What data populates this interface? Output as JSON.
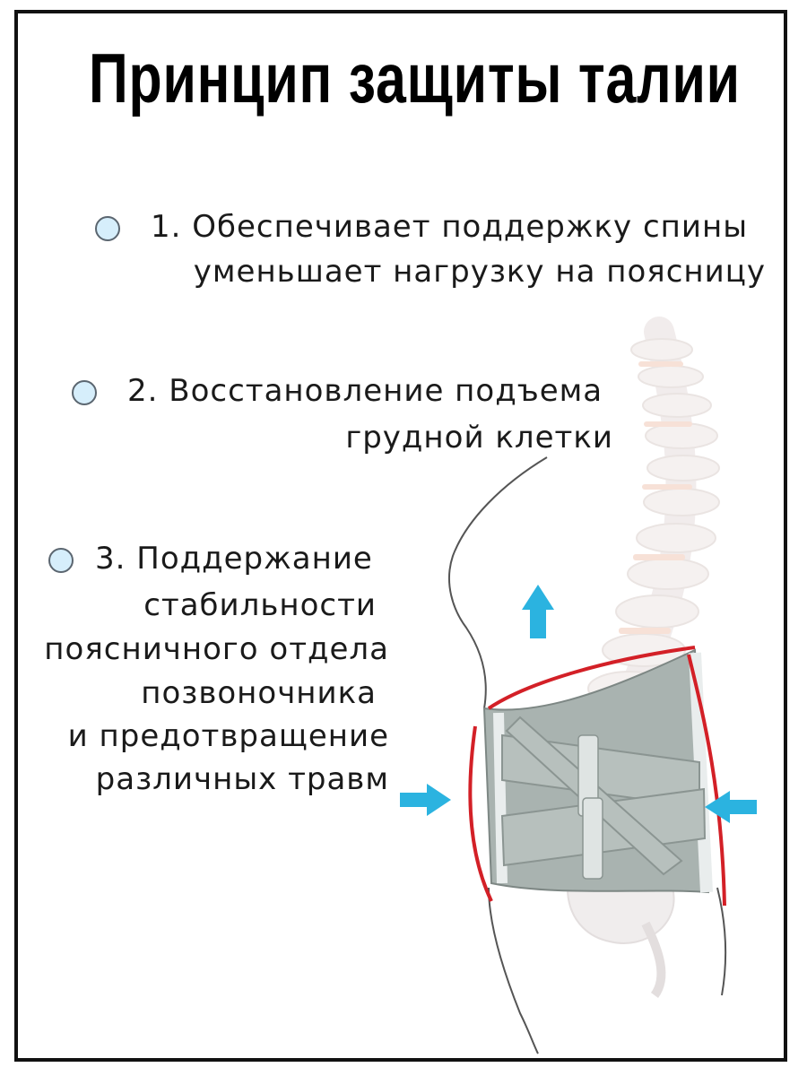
{
  "title": "Принцип защиты талии",
  "items": [
    {
      "lines": [
        "1. Обеспечивает поддержку спины",
        "уменьшает нагрузку на поясницу"
      ]
    },
    {
      "lines": [
        "2. Восстановление подъема",
        "грудной клетки"
      ]
    },
    {
      "lines": [
        "3. Поддержание",
        "стабильности",
        "поясничного отдела",
        "позвоночника",
        "и предотвращение",
        "различных травм"
      ]
    }
  ],
  "colors": {
    "bullet_fill": "#d6eefb",
    "arrow": "#2bb3e0",
    "belt": "#a9b3b0",
    "contour_red": "#d32027"
  },
  "icons": [
    "up-arrow-icon",
    "right-arrow-icon",
    "left-arrow-icon"
  ]
}
